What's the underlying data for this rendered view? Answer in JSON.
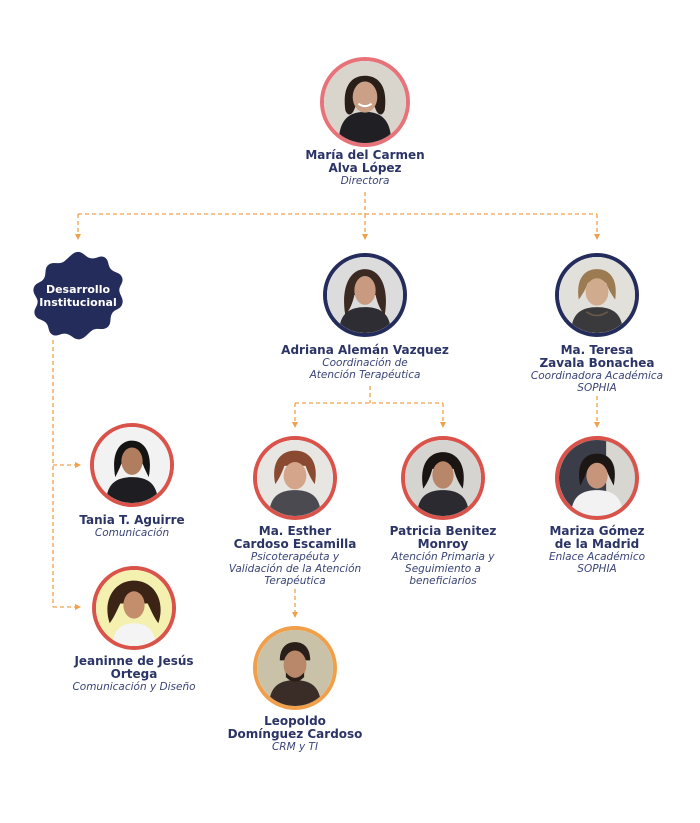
{
  "director": {
    "name": "María del Carmen\nAlva López",
    "role": "Directora",
    "ring_color": "#e8727a"
  },
  "department_badge": {
    "label": "Desarrollo\nInstitucional",
    "color": "#242c5c"
  },
  "people": {
    "adriana": {
      "name": "Adriana Alemán Vazquez",
      "role": "Coordinación de\nAtención Terapéutica",
      "ring_color": "#242c5c"
    },
    "teresa": {
      "name": "Ma. Teresa\nZavala Bonachea",
      "role": "Coordinadora Académica\nSOPHIA",
      "ring_color": "#242c5c"
    },
    "tania": {
      "name": "Tania T. Aguirre",
      "role": "Comunicación",
      "ring_color": "#d9534a"
    },
    "jeaninne": {
      "name": "Jeaninne de Jesús\nOrtega",
      "role": "Comunicación y Diseño",
      "ring_color": "#d9534a"
    },
    "esther": {
      "name": "Ma. Esther\nCardoso Escamilla",
      "role": "Psicoterapéuta y\nValidación de la Atención\nTerapéutica",
      "ring_color": "#d9534a"
    },
    "patricia": {
      "name": "Patricia Benitez\nMonroy",
      "role": "Atención Primaria y\nSeguimiento a\nbeneficiarios",
      "ring_color": "#d9534a"
    },
    "mariza": {
      "name": "Mariza Gómez\nde la Madrid",
      "role": "Enlace Académico\nSOPHIA",
      "ring_color": "#d9534a"
    },
    "leopoldo": {
      "name": "Leopoldo\nDomínguez Cardoso",
      "role": "CRM y TI",
      "ring_color": "#f0a04b"
    }
  },
  "connector_color": "#f0a04b",
  "text_color": "#2b3466"
}
